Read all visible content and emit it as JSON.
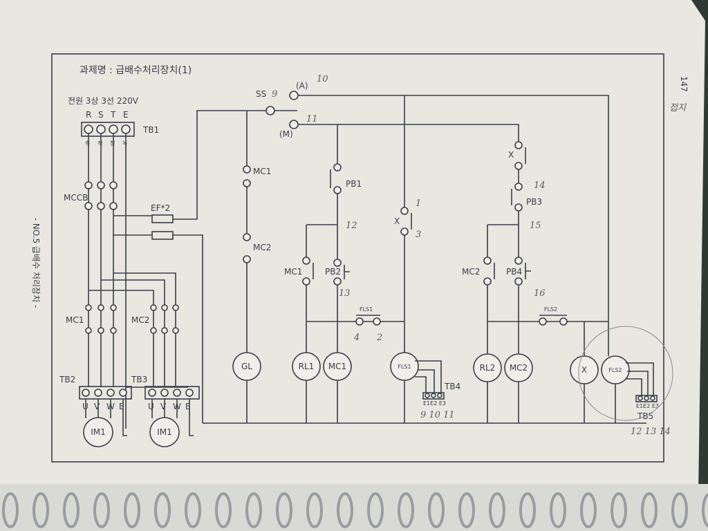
{
  "page": {
    "number": "147",
    "side_header": "- NO.5 급배수 처리장치 -"
  },
  "diagram": {
    "title": "과제명 : 급배수처리장치(1)",
    "power": "전원 3상 3선 220V",
    "tb1": {
      "label": "TB1",
      "phases": [
        "R",
        "S",
        "T",
        "E"
      ],
      "colors": [
        "흑",
        "적",
        "청",
        "녹"
      ]
    },
    "mccb": "MCCB",
    "ef": "EF*2",
    "main_contacts": [
      "MC1",
      "MC2"
    ],
    "tb2": {
      "label": "TB2",
      "terminals": [
        "U",
        "V",
        "W",
        "E"
      ]
    },
    "tb3": {
      "label": "TB3",
      "terminals": [
        "U",
        "V",
        "W",
        "E"
      ]
    },
    "motors": [
      "IM1",
      "IM1"
    ],
    "selector": {
      "label": "SS",
      "auto": "(A)",
      "manual": "(M)"
    },
    "contacts": {
      "mc1": "MC1",
      "mc2": "MC2",
      "pb1": "PB1",
      "pb2": "PB2",
      "mc1_aux": "MC1",
      "x1": "X",
      "fls1": "FLS1",
      "x2": "X",
      "pb3": "PB3",
      "mc2_aux": "MC2",
      "pb4": "PB4",
      "fls2": "FLS2"
    },
    "loads": [
      "GL",
      "RL1",
      "MC1",
      "FLS1",
      "RL2",
      "MC2",
      "X",
      "FLS2"
    ],
    "tb4": {
      "label": "TB4",
      "terminals": "E1E2 E3"
    },
    "tb5": {
      "label": "TB5",
      "terminals": "E1E2 E3"
    }
  },
  "handwritten": [
    "9",
    "10",
    "11",
    "12",
    "13",
    "14",
    "15",
    "16",
    "1",
    "3",
    "4",
    "2",
    "9 10 11",
    "12 13 14",
    "접지"
  ]
}
